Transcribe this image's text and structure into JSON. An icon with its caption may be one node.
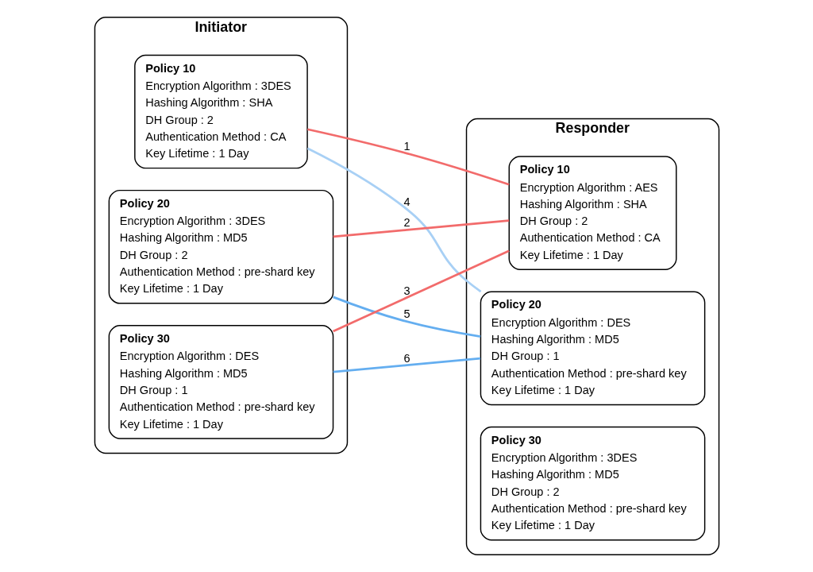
{
  "diagram": {
    "nodes": [
      {
        "text": [
          "Initiator"
        ]
      },
      {
        "text": [
          "Policy 10",
          "Encryption Algorithm : 3DES",
          "Hashing Algorithm : SHA",
          "DH Group : 2",
          "Authentication Method : CA",
          "Key Lifetime : 1 Day"
        ],
        "in": 0
      },
      {
        "text": [
          "Policy 20",
          "Encryption Algorithm : 3DES",
          "Hashing Algorithm : MD5",
          "DH Group : 2",
          "Authentication Method : pre-shard key",
          "Key Lifetime : 1 Day"
        ],
        "in": 0
      },
      {
        "text": [
          "Policy 30",
          "Encryption Algorithm : DES",
          "Hashing Algorithm : MD5",
          "DH Group : 1",
          "Authentication Method : pre-shard key",
          "Key Lifetime : 1 Day"
        ],
        "in": 0
      },
      {
        "text": [
          "Responder"
        ]
      },
      {
        "text": [
          "Policy 10",
          "Encryption Algorithm : AES",
          "Hashing Algorithm : SHA",
          "DH Group : 2",
          "Authentication Method : CA",
          "Key Lifetime : 1 Day"
        ],
        "in": 4
      },
      {
        "text": [
          "Policy 20",
          "Encryption Algorithm : DES",
          "Hashing Algorithm : MD5",
          "DH Group : 1",
          "Authentication Method : pre-shard key",
          "Key Lifetime : 1 Day"
        ],
        "in": 4
      },
      {
        "text": [
          "Policy 30",
          "Encryption Algorithm : 3DES",
          "Hashing Algorithm : MD5",
          "DH Group : 2",
          "Authentication Method : pre-shard key",
          "Key Lifetime : 1 Day"
        ],
        "in": 4
      }
    ],
    "edges": [
      {
        "from": 1,
        "to": 5,
        "arrow": "none",
        "label": "1",
        "color": "#f26b6b"
      },
      {
        "from": 2,
        "to": 5,
        "arrow": "none",
        "label": "2",
        "color": "#f26b6b"
      },
      {
        "from": 3,
        "to": 5,
        "arrow": "none",
        "label": "3",
        "color": "#f26b6b"
      },
      {
        "from": 1,
        "to": 6,
        "arrow": "none",
        "label": "4",
        "color": "#a8d0f5"
      },
      {
        "from": 2,
        "to": 6,
        "arrow": "none",
        "label": "5",
        "color": "#64aef0"
      },
      {
        "from": 3,
        "to": 6,
        "arrow": "none",
        "label": "6",
        "color": "#64aef0"
      }
    ]
  }
}
